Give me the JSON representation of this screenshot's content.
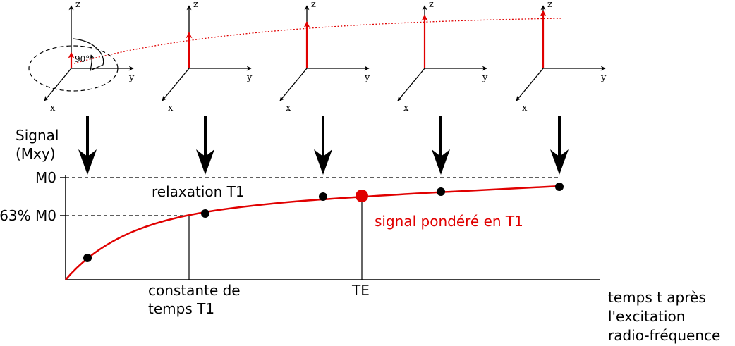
{
  "axis_labels": {
    "x": "x",
    "y": "y",
    "z": "z"
  },
  "angle_label": "90°",
  "signal_label": {
    "line1": "Signal",
    "line2": "(Mxy)"
  },
  "y_ticks": {
    "m0": "M0",
    "m0_63": "63% M0"
  },
  "annotations": {
    "relaxation": "relaxation T1",
    "t1_line1": "constante de",
    "t1_line2": "temps T1",
    "te": "TE",
    "weighted": "signal pondéré en T1"
  },
  "x_axis_label": {
    "line1": "temps t après",
    "line2": "l'excitation",
    "line3": "radio-fréquence"
  },
  "colors": {
    "curve": "#e00000",
    "vector": "#e00000",
    "ink": "#000000"
  },
  "frames": [
    {
      "magnetization": 0.25
    },
    {
      "magnetization": 0.57
    },
    {
      "magnetization": 0.74
    },
    {
      "magnetization": 0.85
    },
    {
      "magnetization": 0.92
    }
  ]
}
